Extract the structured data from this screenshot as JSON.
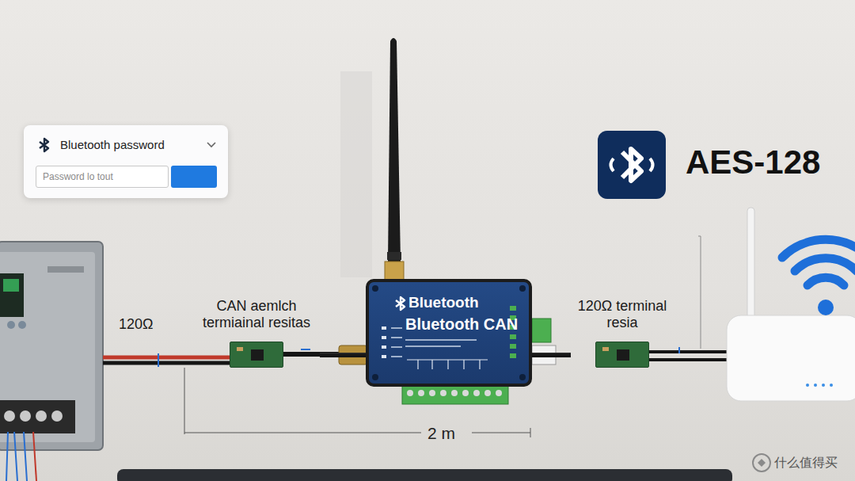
{
  "diagram": {
    "nodes": [
      {
        "text": [
          "Bluetooth password"
        ]
      },
      {
        "text": [
          "Password lo tout"
        ],
        "in": 0
      },
      {
        "text": [
          "Bluetooth",
          "Bluetooth CAN"
        ]
      },
      {
        "text": [
          "CAN aemlch termiainal resitas"
        ]
      },
      {
        "text": [
          "120Ω terminal resia"
        ]
      }
    ],
    "edges": [
      {
        "from": 3,
        "to": 2,
        "arrow": "none"
      },
      {
        "from": 2,
        "to": 4,
        "arrow": "none"
      }
    ],
    "labels": [
      "120Ω",
      "AES-128",
      "2 m",
      "什么值得买"
    ]
  }
}
